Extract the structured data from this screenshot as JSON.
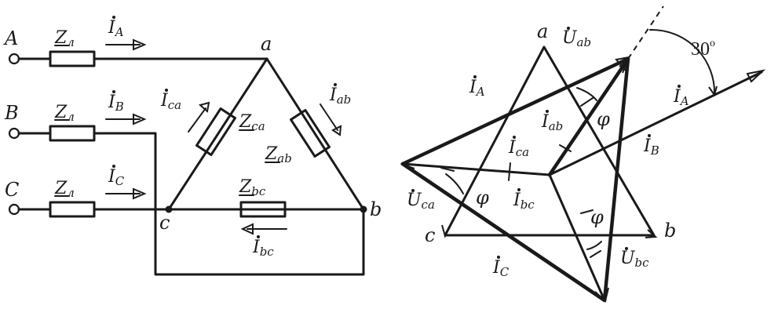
{
  "circuit": {
    "terminals": [
      "A",
      "B",
      "C"
    ],
    "line_impedance": {
      "main": "Z",
      "sub": "л"
    },
    "line_currents": [
      {
        "main": "I",
        "sub": "A"
      },
      {
        "main": "I",
        "sub": "B"
      },
      {
        "main": "I",
        "sub": "C"
      }
    ],
    "nodes": [
      "a",
      "b",
      "c"
    ],
    "load_impedances": [
      {
        "main": "Z",
        "sub": "ca"
      },
      {
        "main": "Z",
        "sub": "ab"
      },
      {
        "main": "Z",
        "sub": "bc"
      }
    ],
    "phase_currents": [
      {
        "main": "I",
        "sub": "ca"
      },
      {
        "main": "I",
        "sub": "ab"
      },
      {
        "main": "I",
        "sub": "bc"
      }
    ]
  },
  "phasor": {
    "vertices": [
      "a",
      "b",
      "c"
    ],
    "voltages": [
      {
        "main": "U",
        "sub": "ab"
      },
      {
        "main": "U",
        "sub": "ca"
      },
      {
        "main": "U",
        "sub": "bc"
      }
    ],
    "line_currents": [
      {
        "main": "I",
        "sub": "A"
      },
      {
        "main": "I",
        "sub": "B"
      },
      {
        "main": "I",
        "sub": "C"
      },
      {
        "main": "I",
        "sub": "A"
      }
    ],
    "phase_currents": [
      {
        "main": "I",
        "sub": "ab"
      },
      {
        "main": "I",
        "sub": "ca"
      },
      {
        "main": "I",
        "sub": "bc"
      }
    ],
    "phi": "φ",
    "angle": {
      "value": "30",
      "unit": "o"
    }
  }
}
